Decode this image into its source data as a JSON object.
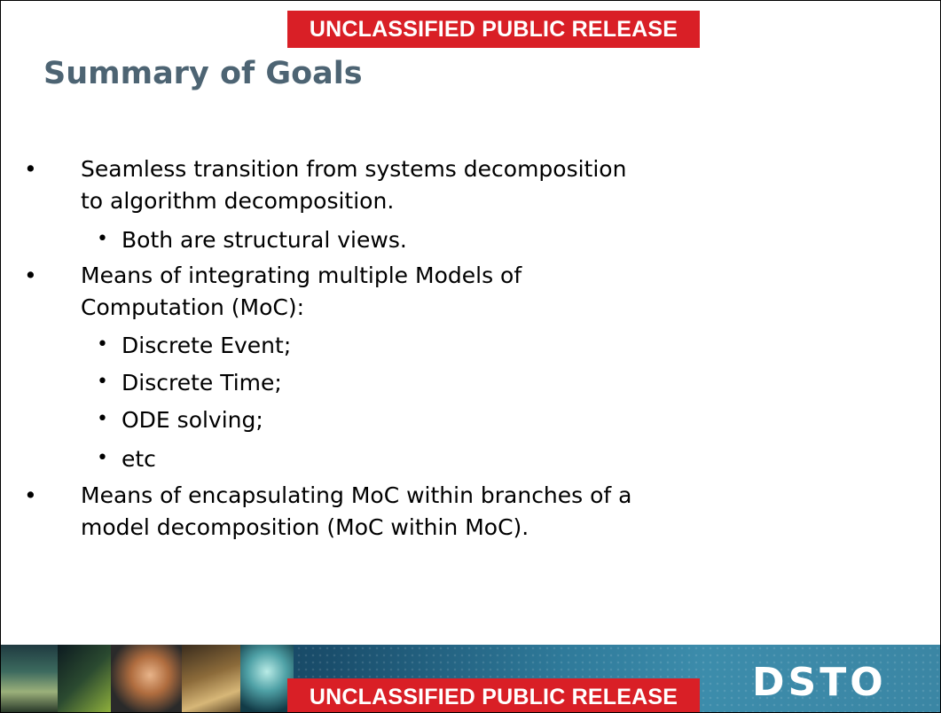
{
  "banner": {
    "top_text": "UNCLASSIFIED PUBLIC RELEASE",
    "bottom_text": "UNCLASSIFIED PUBLIC RELEASE"
  },
  "slide": {
    "title": "Summary of Goals",
    "bullets": [
      {
        "lines": [
          "Seamless transition from systems decomposition",
          "to algorithm decomposition."
        ],
        "sub": [
          "Both are structural views."
        ]
      },
      {
        "lines": [
          "Means of integrating multiple Models of",
          "Computation (MoC):"
        ],
        "sub": [
          "Discrete Event;",
          "Discrete Time;",
          "ODE solving;",
          "etc"
        ]
      },
      {
        "lines": [
          "Means of encapsulating MoC within branches of a",
          "model decomposition (MoC within MoC)."
        ],
        "sub": []
      }
    ],
    "bullet_glyph": "•"
  },
  "footer": {
    "logo_text": "DSTO"
  },
  "colors": {
    "banner_red": "#d91f26",
    "title_slate": "#4d6473",
    "footer_blue": "#1a4e6c"
  }
}
